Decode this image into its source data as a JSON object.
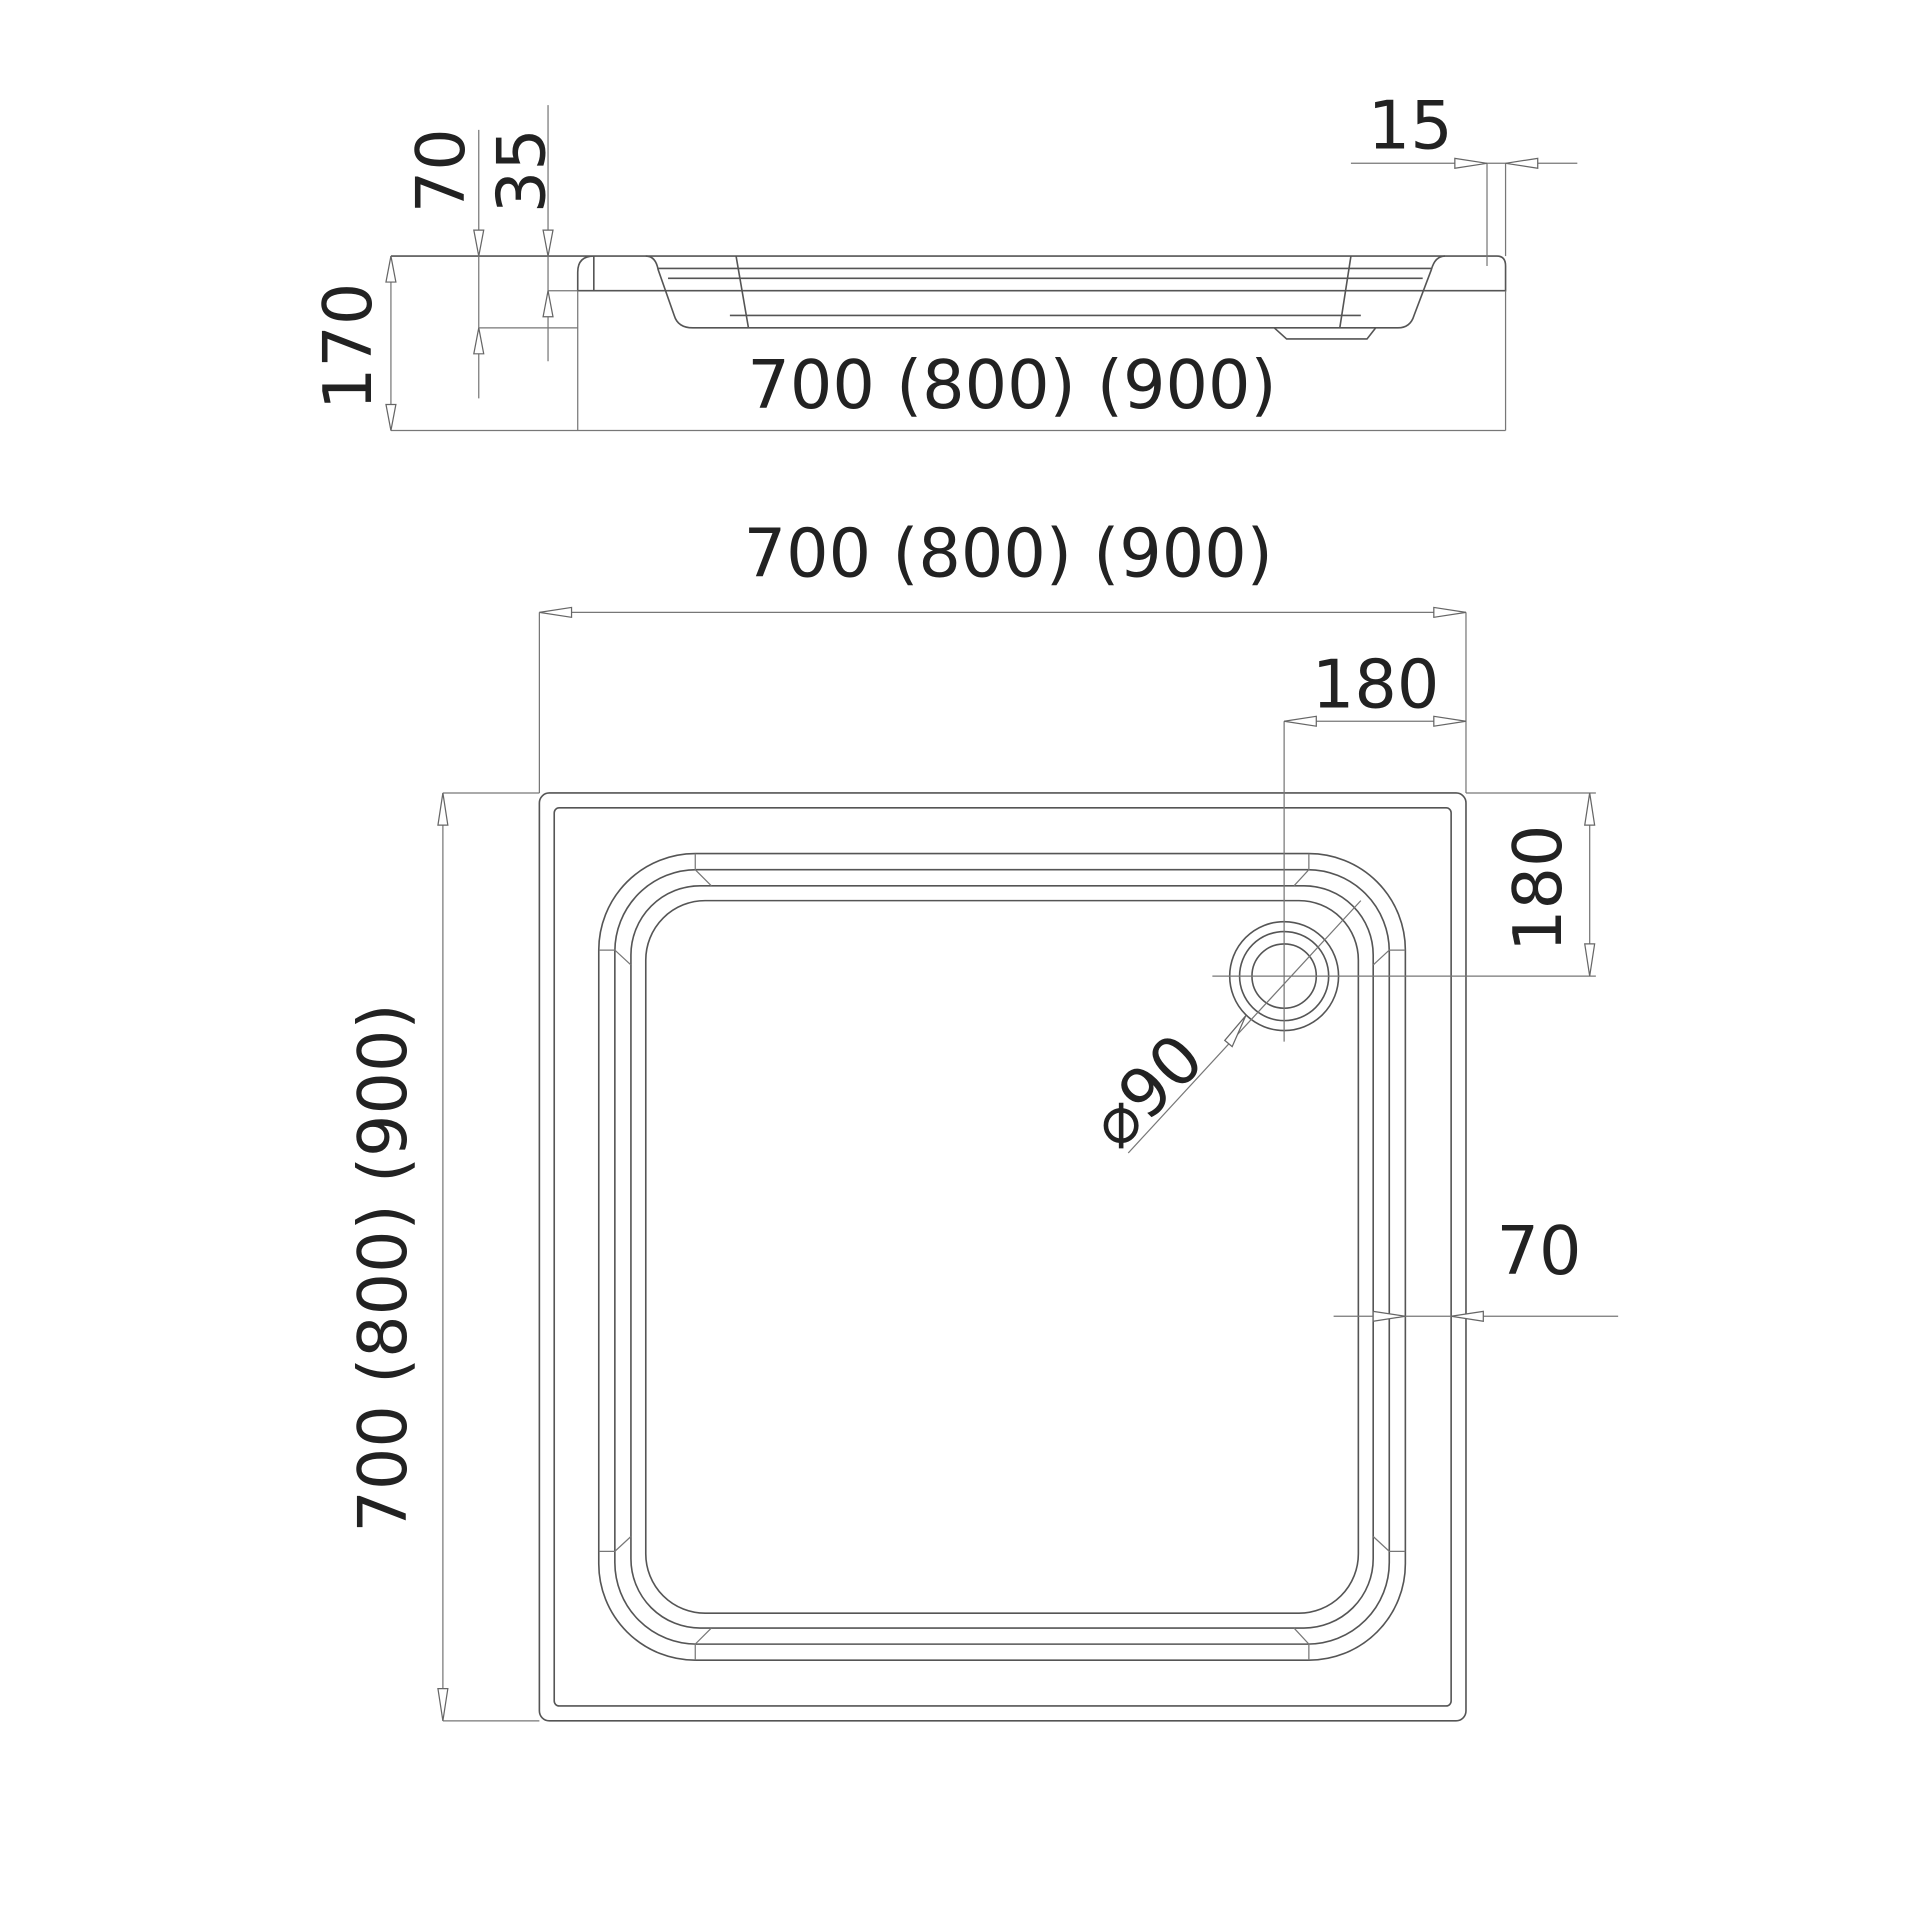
{
  "drawing": {
    "side_view": {
      "total_height": "170",
      "step_height": "70",
      "rim_height": "35",
      "rim_overhang": "15",
      "length": "700 (800) (900)"
    },
    "plan_view": {
      "width": "700 (800) (900)",
      "depth": "700 (800) (900)",
      "drain_offset_x": "180",
      "drain_offset_y": "180",
      "drain_diameter": "⌀90",
      "rim_width": "70"
    },
    "line_color": "#555555"
  }
}
